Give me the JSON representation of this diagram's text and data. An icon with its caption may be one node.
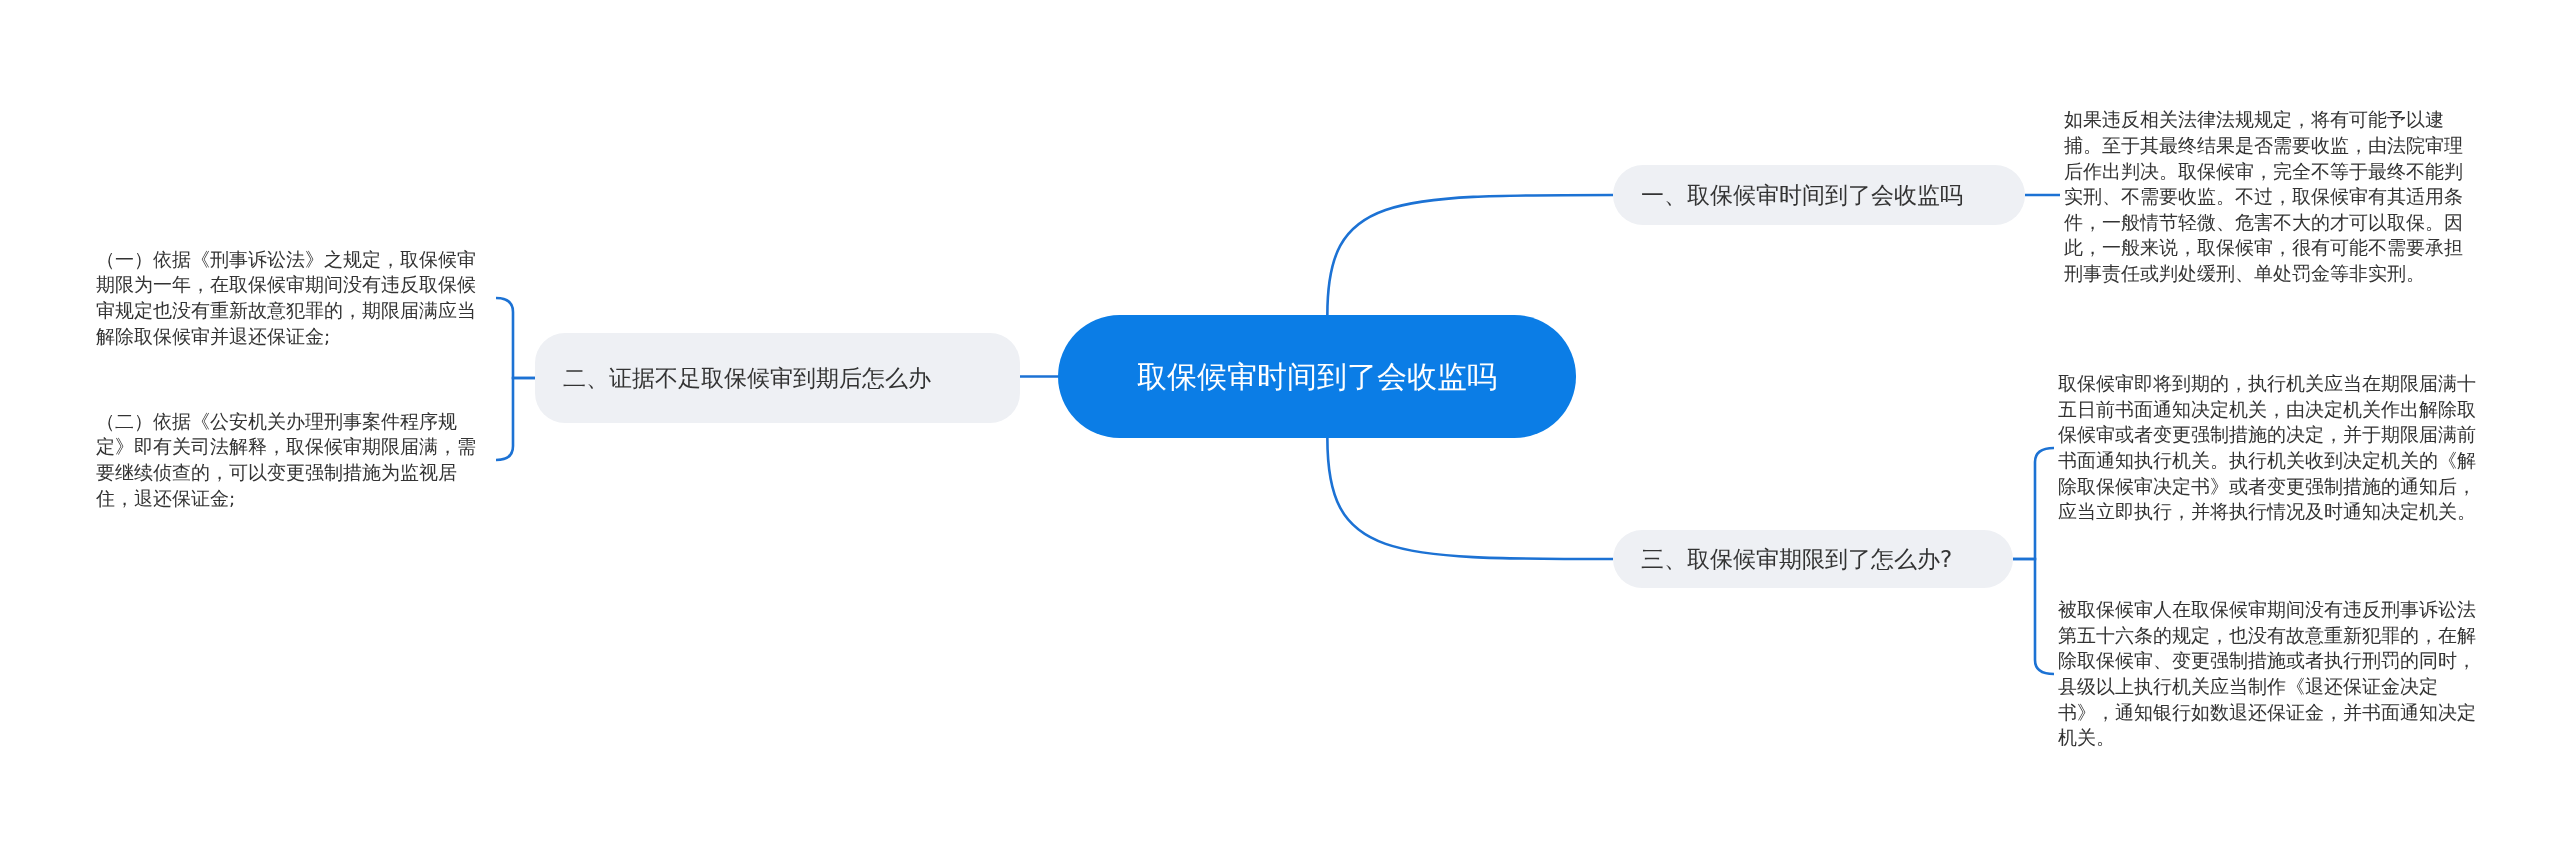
{
  "diagram": {
    "nodes": [
      {
        "text": [
          "取保候审时间到了会收监吗"
        ]
      },
      {
        "text": [
          "一、取保候审时间到了会收监吗"
        ]
      },
      {
        "text": [
          "如果违反相关法律法规规定，将有可能予以逮捕。至于其最终结果是否需要收监，由法院审理后作出判决。取保候审，完全不等于最终不能判实刑、不需要收监。不过，取保候审有其适用条件，一般情节轻微、危害不大的才可以取保。因此，一般来说，取保候审，很有可能不需要承担刑事责任或判处缓刑、单处罚金等非实刑。"
        ]
      },
      {
        "text": [
          "二、证据不足取保候审到期后怎么办"
        ]
      },
      {
        "text": [
          "（一）依据《刑事诉讼法》之规定，取保候审期限为一年，在取保候审期间没有违反取保候审规定也没有重新故意犯罪的，期限届满应当解除取保候审并退还保证金;"
        ]
      },
      {
        "text": [
          "（二）依据《公安机关办理刑事案件程序规定》即有关司法解释，取保候审期限届满，需要继续侦查的，可以变更强制措施为监视居住，退还保证金;"
        ]
      },
      {
        "text": [
          "三、取保候审期限到了怎么办?"
        ]
      },
      {
        "text": [
          "取保候审即将到期的，执行机关应当在期限届满十五日前书面通知决定机关，由决定机关作出解除取保候审或者变更强制措施的决定，并于期限届满前书面通知执行机关。执行机关收到决定机关的《解除取保候审决定书》或者变更强制措施的通知后，应当立即执行，并将执行情况及时通知决定机关。"
        ]
      },
      {
        "text": [
          "被取保候审人在取保候审期间没有违反刑事诉讼法第五十六条的规定，也没有故意重新犯罪的，在解除取保候审、变更强制措施或者执行刑罚的同时，县级以上执行机关应当制作《退还保证金决定书》，通知银行如数退还保证金，并书面通知决定机关。"
        ]
      }
    ],
    "edges": [
      {
        "from": 0,
        "to": 1,
        "arrow": "none"
      },
      {
        "from": 1,
        "to": 2,
        "arrow": "none"
      },
      {
        "from": 0,
        "to": 3,
        "arrow": "none"
      },
      {
        "from": 3,
        "to": 4,
        "arrow": "none"
      },
      {
        "from": 3,
        "to": 5,
        "arrow": "none"
      },
      {
        "from": 0,
        "to": 6,
        "arrow": "none"
      },
      {
        "from": 6,
        "to": 7,
        "arrow": "none"
      },
      {
        "from": 6,
        "to": 8,
        "arrow": "none"
      }
    ]
  }
}
